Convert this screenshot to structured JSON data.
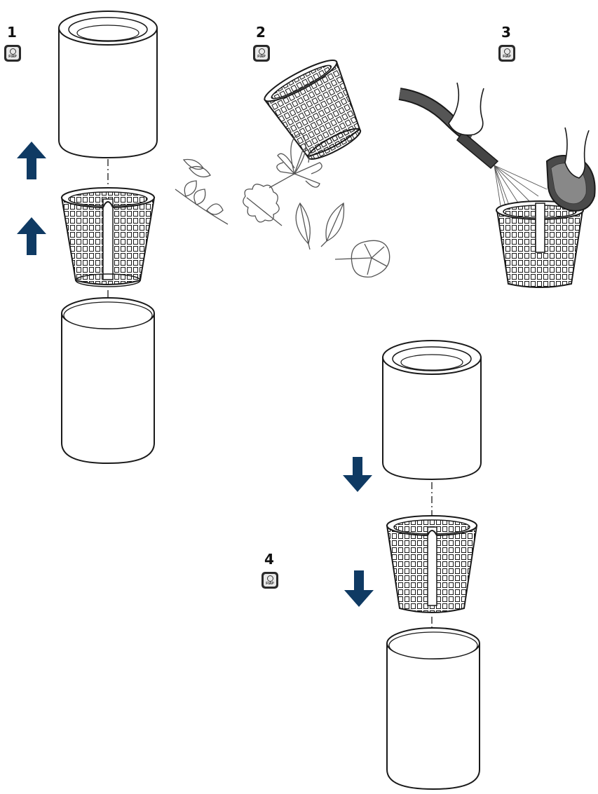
{
  "steps": [
    {
      "number": "1",
      "badge_logo": "FIAP"
    },
    {
      "number": "2",
      "badge_logo": "FIAP"
    },
    {
      "number": "3",
      "badge_logo": "FIAP"
    },
    {
      "number": "4",
      "badge_logo": "FIAP"
    }
  ],
  "colors": {
    "arrow": "#0f3a63",
    "line": "#1a1a1a",
    "leaf": "#555555"
  },
  "icons": [
    "up-arrow-icon",
    "down-arrow-icon",
    "fiap-logo-icon"
  ]
}
